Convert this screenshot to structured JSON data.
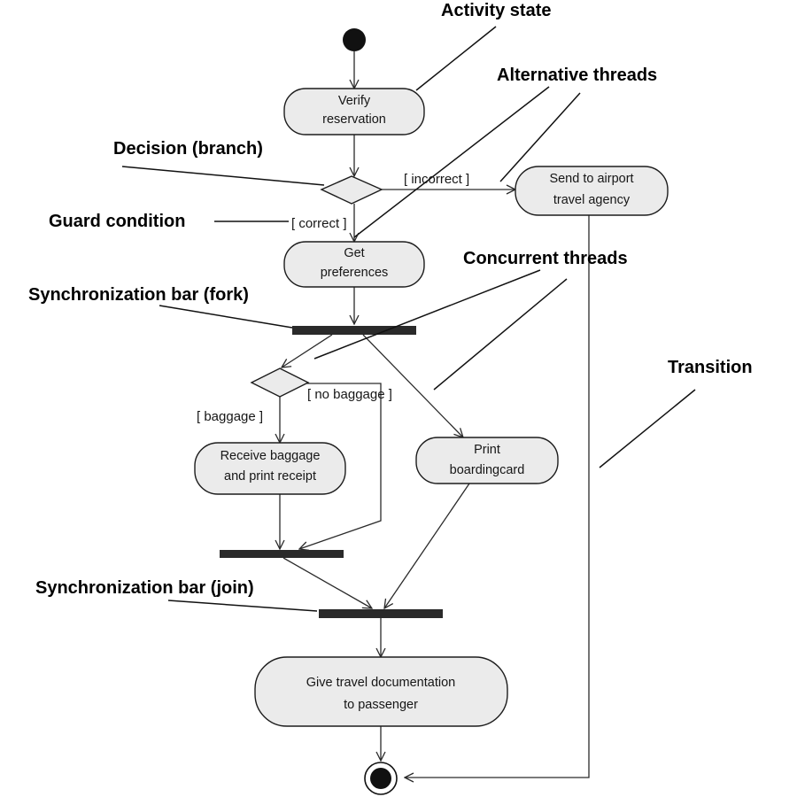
{
  "nodes": {
    "verify": [
      "Verify",
      "reservation"
    ],
    "send_agency": [
      "Send to airport",
      "travel agency"
    ],
    "get_prefs": [
      "Get",
      "preferences"
    ],
    "receive_baggage": [
      "Receive baggage",
      "and print receipt"
    ],
    "print_card": [
      "Print",
      "boardingcard"
    ],
    "give_docs": [
      "Give travel documentation",
      "to passenger"
    ]
  },
  "guards": {
    "incorrect": "[ incorrect ]",
    "correct": "[ correct ]",
    "baggage": "[ baggage ]",
    "no_baggage": "[ no baggage ]"
  },
  "callouts": {
    "activity_state": "Activity state",
    "alternative_threads": "Alternative threads",
    "decision_branch": "Decision (branch)",
    "guard_condition": "Guard condition",
    "concurrent_threads": "Concurrent threads",
    "sync_fork": "Synchronization bar (fork)",
    "transition": "Transition",
    "sync_join": "Synchronization bar (join)"
  }
}
